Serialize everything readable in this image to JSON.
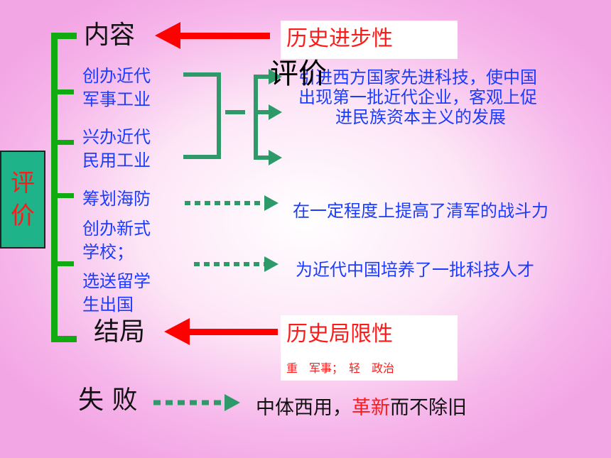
{
  "side_label": [
    "评",
    "价"
  ],
  "left": {
    "content_heading": "内容",
    "items": [
      [
        "创办近代",
        "军事工业"
      ],
      [
        "兴办近代",
        "民用工业"
      ],
      [
        "筹划海防"
      ],
      [
        "创办新式",
        "学校；"
      ],
      [
        "选送留学",
        "生出国"
      ]
    ],
    "outcome_heading": "结局"
  },
  "boxes": {
    "progress_title": "历史进步性",
    "limit_title": "历史局限性",
    "limit_note": "重　军事；　轻　政治"
  },
  "overlay_word": "评价",
  "results": {
    "industry": [
      "引进西方国家先进科技，使中国",
      "出现第一批近代企业，客观上促",
      "进民族资本主义的发展"
    ],
    "defense": "在一定程度上提高了清军的战斗力",
    "education": "为近代中国培养了一批科技人才"
  },
  "failure": {
    "heading": "失 败",
    "text_before": "中体西用，",
    "text_red": "革新",
    "text_after": "而不除旧"
  },
  "colors": {
    "green_bracket": "#11aa11",
    "teal_connector": "#2e9a6a",
    "red_arrow": "#ff0000",
    "item_text": "#1a3cff",
    "side_box": "#1fb389"
  }
}
